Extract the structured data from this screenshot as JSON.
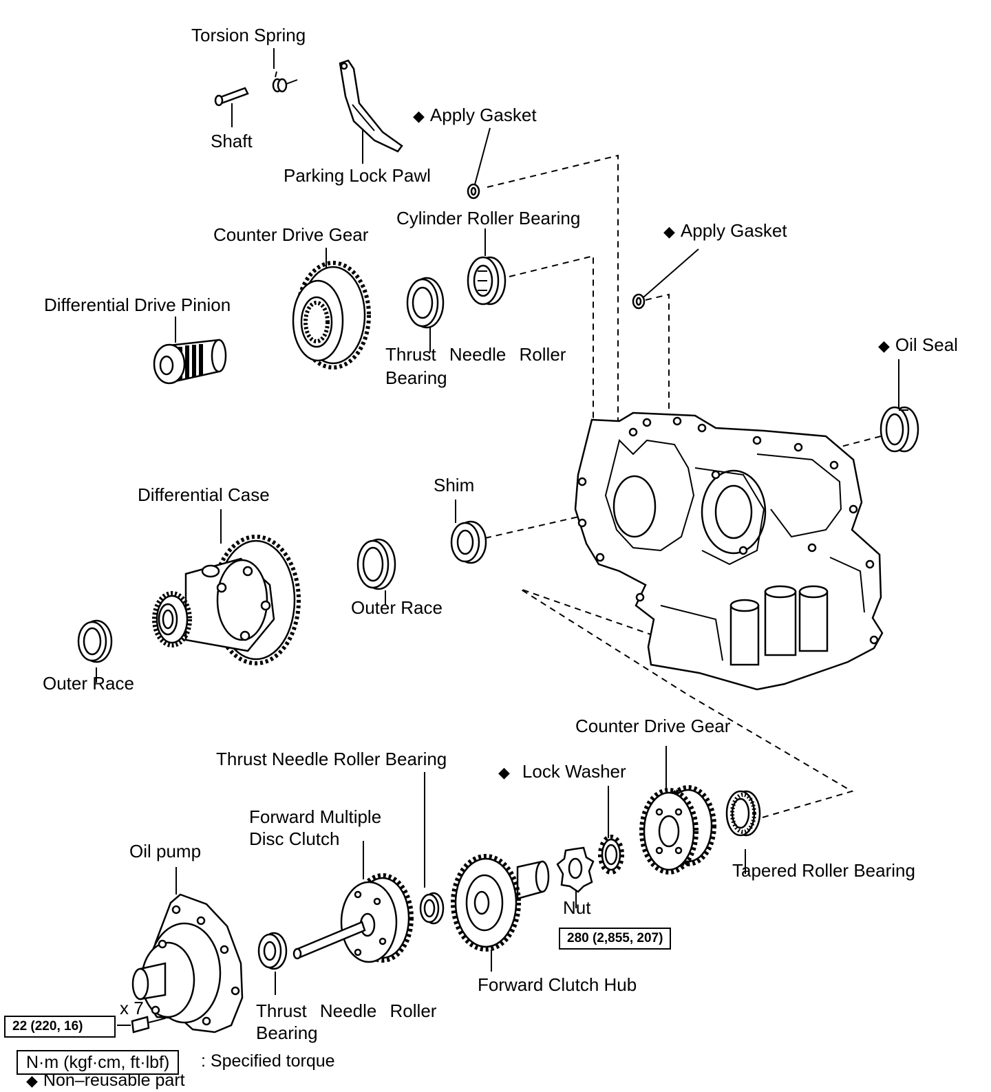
{
  "labels": {
    "torsion_spring": "Torsion Spring",
    "shaft": "Shaft",
    "parking_lock_pawl": "Parking Lock Pawl",
    "apply_gasket_1": "Apply Gasket",
    "apply_gasket_2": "Apply Gasket",
    "cylinder_roller_bearing": "Cylinder Roller Bearing",
    "counter_drive_gear_top": "Counter Drive Gear",
    "differential_drive_pinion": "Differential Drive Pinion",
    "thrust_needle_roller_bearing_top_1": "Thrust Needle Roller",
    "thrust_needle_roller_bearing_top_2": "Bearing",
    "oil_seal": "Oil Seal",
    "shim": "Shim",
    "differential_case": "Differential Case",
    "outer_race_middle": "Outer Race",
    "outer_race_left": "Outer Race",
    "counter_drive_gear_bottom": "Counter Drive Gear",
    "thrust_needle_roller_bearing_mid": "Thrust Needle Roller Bearing",
    "lock_washer": "Lock Washer",
    "forward_multiple_disc_clutch_1": "Forward Multiple",
    "forward_multiple_disc_clutch_2": "Disc Clutch",
    "oil_pump": "Oil pump",
    "tapered_roller_bearing": "Tapered Roller Bearing",
    "nut": "Nut",
    "forward_clutch_hub": "Forward Clutch Hub",
    "thrust_needle_roller_bearing_bottom_1": "Thrust Needle Roller",
    "thrust_needle_roller_bearing_bottom_2": "Bearing",
    "bolt_count": "x 7"
  },
  "torque": {
    "nut": "280 (2,855, 207)",
    "bolts": "22 (220, 16)"
  },
  "legend": {
    "torque_units": "N·m (kgf·cm, ft·lbf)",
    "torque_desc": ": Specified torque",
    "non_reusable": "Non–reusable part",
    "diamond": "◆"
  },
  "colors": {
    "ink": "#000000",
    "paper": "#ffffff"
  }
}
